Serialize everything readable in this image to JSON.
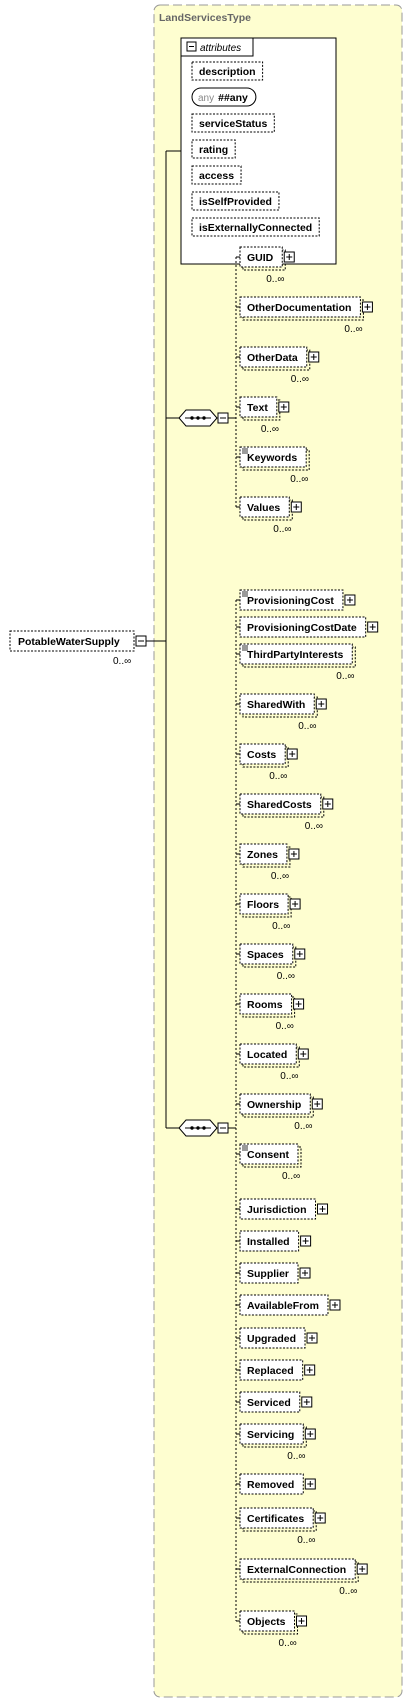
{
  "type_name": "LandServicesType",
  "root": {
    "label": "PotableWaterSupply",
    "occurrence": "0..∞"
  },
  "attributes": {
    "title": "attributes",
    "items": [
      {
        "label": "description"
      },
      {
        "label": "##any",
        "prefix": "any"
      },
      {
        "label": "serviceStatus"
      },
      {
        "label": "rating"
      },
      {
        "label": "access"
      },
      {
        "label": "isSelfProvided"
      },
      {
        "label": "isExternallyConnected"
      }
    ]
  },
  "sequence1": [
    {
      "label": "GUID",
      "occurrence": "0..∞",
      "multi": true,
      "doc": false
    },
    {
      "label": "OtherDocumentation",
      "occurrence": "0..∞",
      "multi": true,
      "doc": false
    },
    {
      "label": "OtherData",
      "occurrence": "0..∞",
      "multi": true,
      "doc": false
    },
    {
      "label": "Text",
      "occurrence": "0..∞",
      "multi": true,
      "doc": false
    },
    {
      "label": "Keywords",
      "occurrence": "0..∞",
      "multi": true,
      "doc": true,
      "expand": false
    },
    {
      "label": "Values",
      "occurrence": "0..∞",
      "multi": true,
      "doc": false
    }
  ],
  "sequence2": [
    {
      "label": "ProvisioningCost",
      "occurrence": "",
      "multi": false,
      "doc": true
    },
    {
      "label": "ProvisioningCostDate",
      "occurrence": "",
      "multi": false,
      "doc": false
    },
    {
      "label": "ThirdPartyInterests",
      "occurrence": "0..∞",
      "multi": true,
      "doc": true,
      "expand": false
    },
    {
      "label": "SharedWith",
      "occurrence": "0..∞",
      "multi": true,
      "doc": false
    },
    {
      "label": "Costs",
      "occurrence": "0..∞",
      "multi": true,
      "doc": false
    },
    {
      "label": "SharedCosts",
      "occurrence": "0..∞",
      "multi": true,
      "doc": false
    },
    {
      "label": "Zones",
      "occurrence": "0..∞",
      "multi": true,
      "doc": false
    },
    {
      "label": "Floors",
      "occurrence": "0..∞",
      "multi": true,
      "doc": false
    },
    {
      "label": "Spaces",
      "occurrence": "0..∞",
      "multi": true,
      "doc": false
    },
    {
      "label": "Rooms",
      "occurrence": "0..∞",
      "multi": true,
      "doc": false
    },
    {
      "label": "Located",
      "occurrence": "0..∞",
      "multi": true,
      "doc": false
    },
    {
      "label": "Ownership",
      "occurrence": "0..∞",
      "multi": true,
      "doc": false
    },
    {
      "label": "Consent",
      "occurrence": "0..∞",
      "multi": true,
      "doc": true,
      "expand": false
    },
    {
      "label": "Jurisdiction",
      "occurrence": "",
      "multi": false,
      "doc": false
    },
    {
      "label": "Installed",
      "occurrence": "",
      "multi": false,
      "doc": false
    },
    {
      "label": "Supplier",
      "occurrence": "",
      "multi": false,
      "doc": false
    },
    {
      "label": "AvailableFrom",
      "occurrence": "",
      "multi": false,
      "doc": false
    },
    {
      "label": "Upgraded",
      "occurrence": "",
      "multi": false,
      "doc": false
    },
    {
      "label": "Replaced",
      "occurrence": "",
      "multi": false,
      "doc": false
    },
    {
      "label": "Serviced",
      "occurrence": "",
      "multi": false,
      "doc": false
    },
    {
      "label": "Servicing",
      "occurrence": "0..∞",
      "multi": true,
      "doc": false
    },
    {
      "label": "Removed",
      "occurrence": "",
      "multi": false,
      "doc": false
    },
    {
      "label": "Certificates",
      "occurrence": "0..∞",
      "multi": true,
      "doc": false
    },
    {
      "label": "ExternalConnection",
      "occurrence": "0..∞",
      "multi": true,
      "doc": false
    },
    {
      "label": "Objects",
      "occurrence": "0..∞",
      "multi": true,
      "doc": false
    }
  ]
}
